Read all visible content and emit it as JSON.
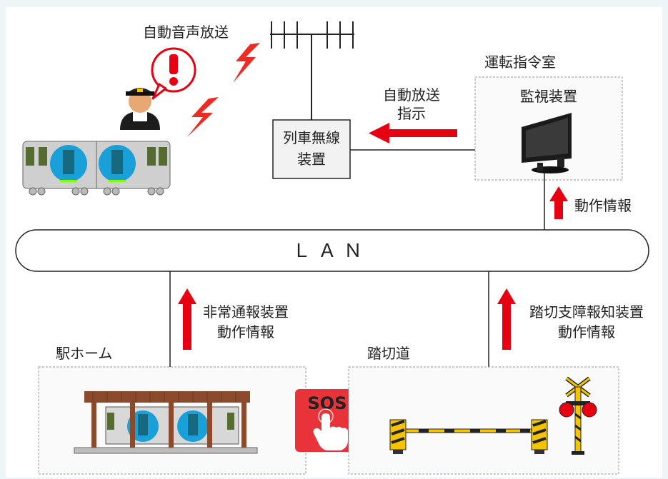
{
  "labels": {
    "auto_voice_broadcast": "自動音声放送",
    "train_radio_line1": "列車無線",
    "train_radio_line2": "装置",
    "control_room": "運転指令室",
    "monitor": "監視装置",
    "broadcast_instruction_line1": "自動放送",
    "broadcast_instruction_line2": "指示",
    "operation_info": "動作情報",
    "lan": "ＬＡＮ",
    "platform_alarm_line1": "非常通報装置",
    "platform_alarm_line2": "動作情報",
    "crossing_alarm_line1": "踏切支障報知装置",
    "crossing_alarm_line2": "動作情報",
    "station_platform": "駅ホーム",
    "level_crossing": "踏切道",
    "sos": "SOS"
  },
  "colors": {
    "arrow_red": "#e60012",
    "sos_red": "#e8333b",
    "train_blue": "#1aa0d8",
    "alert_red": "#e60012",
    "lightning_red": "#ee2a24",
    "barrier_yellow": "#f5c400",
    "roof_brown": "#8b4a2b",
    "lan_fill": "#ffffff",
    "box_fill": "#f2f2f2"
  }
}
